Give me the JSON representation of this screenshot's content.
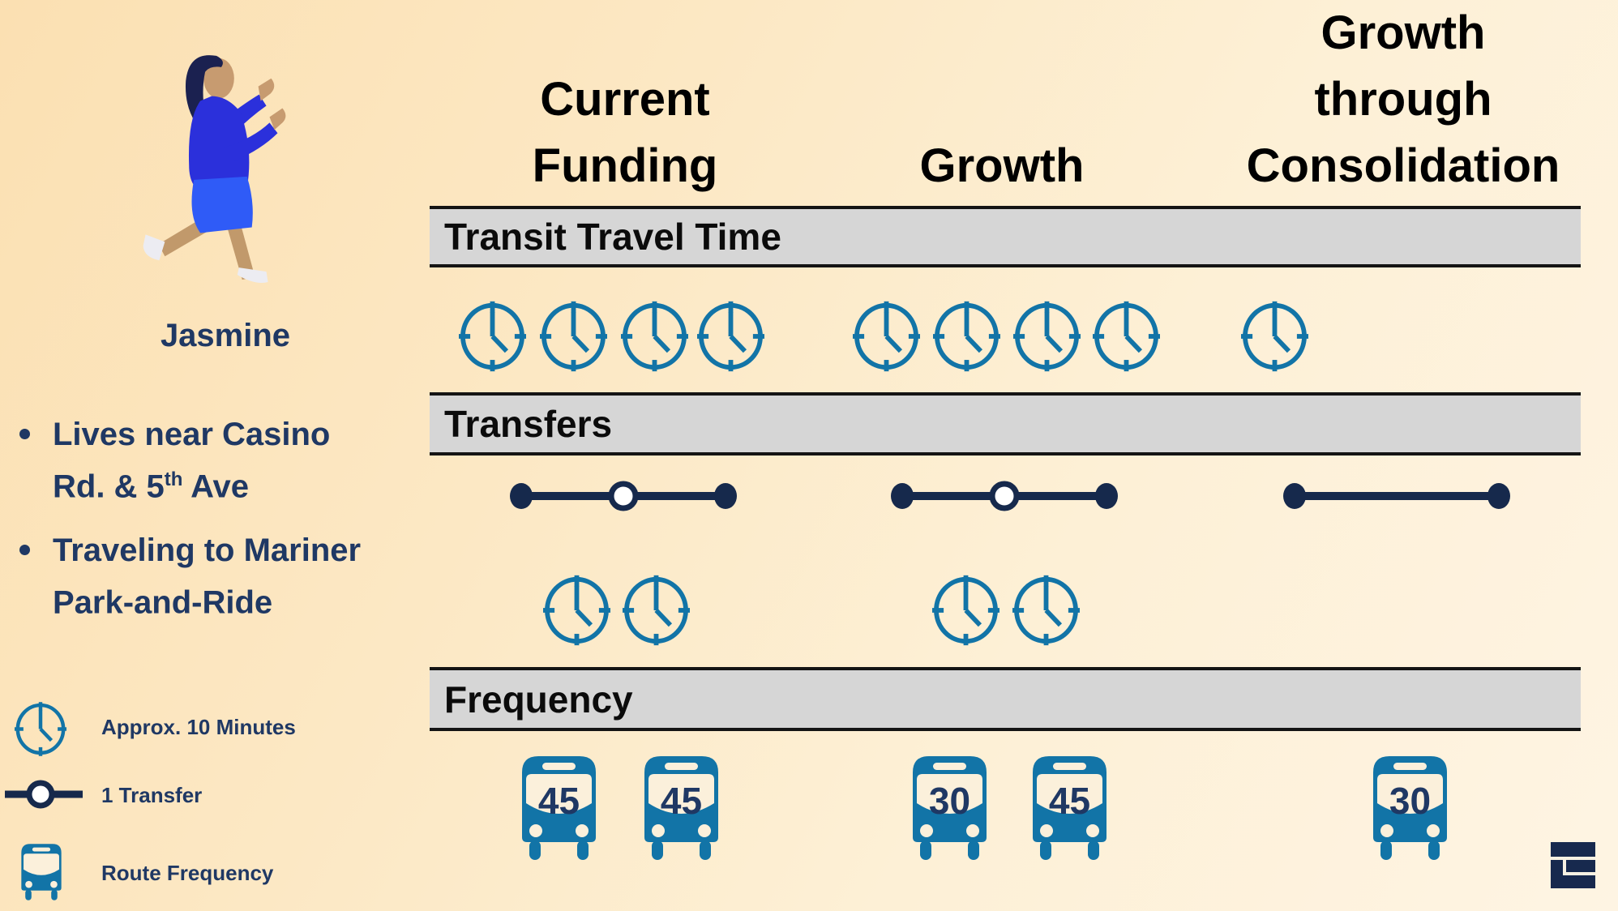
{
  "persona": {
    "name": "Jasmine",
    "bullets": [
      {
        "pre": "Lives near Casino Rd. & 5",
        "sup": "th",
        "post": " Ave"
      },
      {
        "pre": "Traveling to Mariner Park-and-Ride",
        "sup": "",
        "post": ""
      }
    ]
  },
  "legend": {
    "clock_label": "Approx. 10 Minutes",
    "transfer_label": "1 Transfer",
    "bus_label": "Route Frequency"
  },
  "columns": [
    {
      "label": "Current Funding",
      "lines": [
        "Current",
        "Funding"
      ]
    },
    {
      "label": "Growth",
      "lines": [
        "Growth"
      ]
    },
    {
      "label": "Growth through Consolidation",
      "lines": [
        "Growth",
        "through",
        "Consolidation"
      ]
    }
  ],
  "rows": [
    {
      "label": "Transit Travel Time"
    },
    {
      "label": "Transfers"
    },
    {
      "label": "Frequency"
    }
  ],
  "scenarios": {
    "current_funding": {
      "travel_time_clocks": 4,
      "transfers": 1,
      "post_transfer_clocks": 2,
      "frequencies": [
        "45",
        "45"
      ]
    },
    "growth": {
      "travel_time_clocks": 4,
      "transfers": 1,
      "post_transfer_clocks": 2,
      "frequencies": [
        "30",
        "45"
      ]
    },
    "growth_through_consolidation": {
      "travel_time_clocks": 1,
      "transfers": 0,
      "post_transfer_clocks": 0,
      "frequencies": [
        "30"
      ]
    }
  },
  "colors": {
    "teal_icon": "#1274A7",
    "navy_text": "#1F3864",
    "transfer_navy": "#16294C",
    "band_gray": "#D6D6D6",
    "background_peach": "#FBE0B2",
    "background_cream": "#FEF4E3"
  }
}
